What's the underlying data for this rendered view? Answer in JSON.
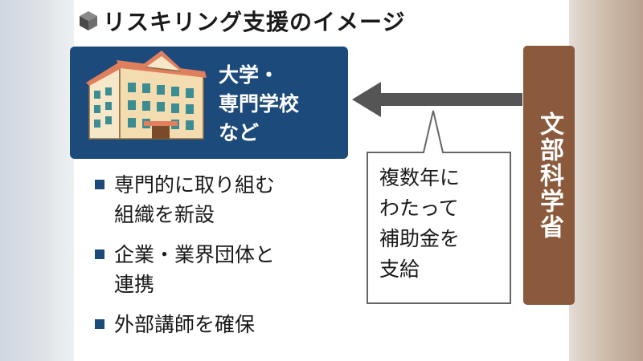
{
  "title": "リスキリング支援のイメージ",
  "title_icon": "cube-icon",
  "institution": {
    "lines": [
      "大学・",
      "専門学校",
      "など"
    ],
    "icon": "school-building-icon",
    "color": "#1c4a7a"
  },
  "actions": [
    {
      "lines": [
        "専門的に取り組む",
        "組織を新設"
      ]
    },
    {
      "lines": [
        "企業・業界団体と",
        "連携"
      ]
    },
    {
      "lines": [
        "外部講師を確保"
      ]
    }
  ],
  "ministry": {
    "name": "文部科学省",
    "color": "#8b5a3c"
  },
  "support": {
    "lines": [
      "複数年に",
      "わたって",
      "補助金を",
      "支給"
    ]
  },
  "arrow_color": "#555555"
}
